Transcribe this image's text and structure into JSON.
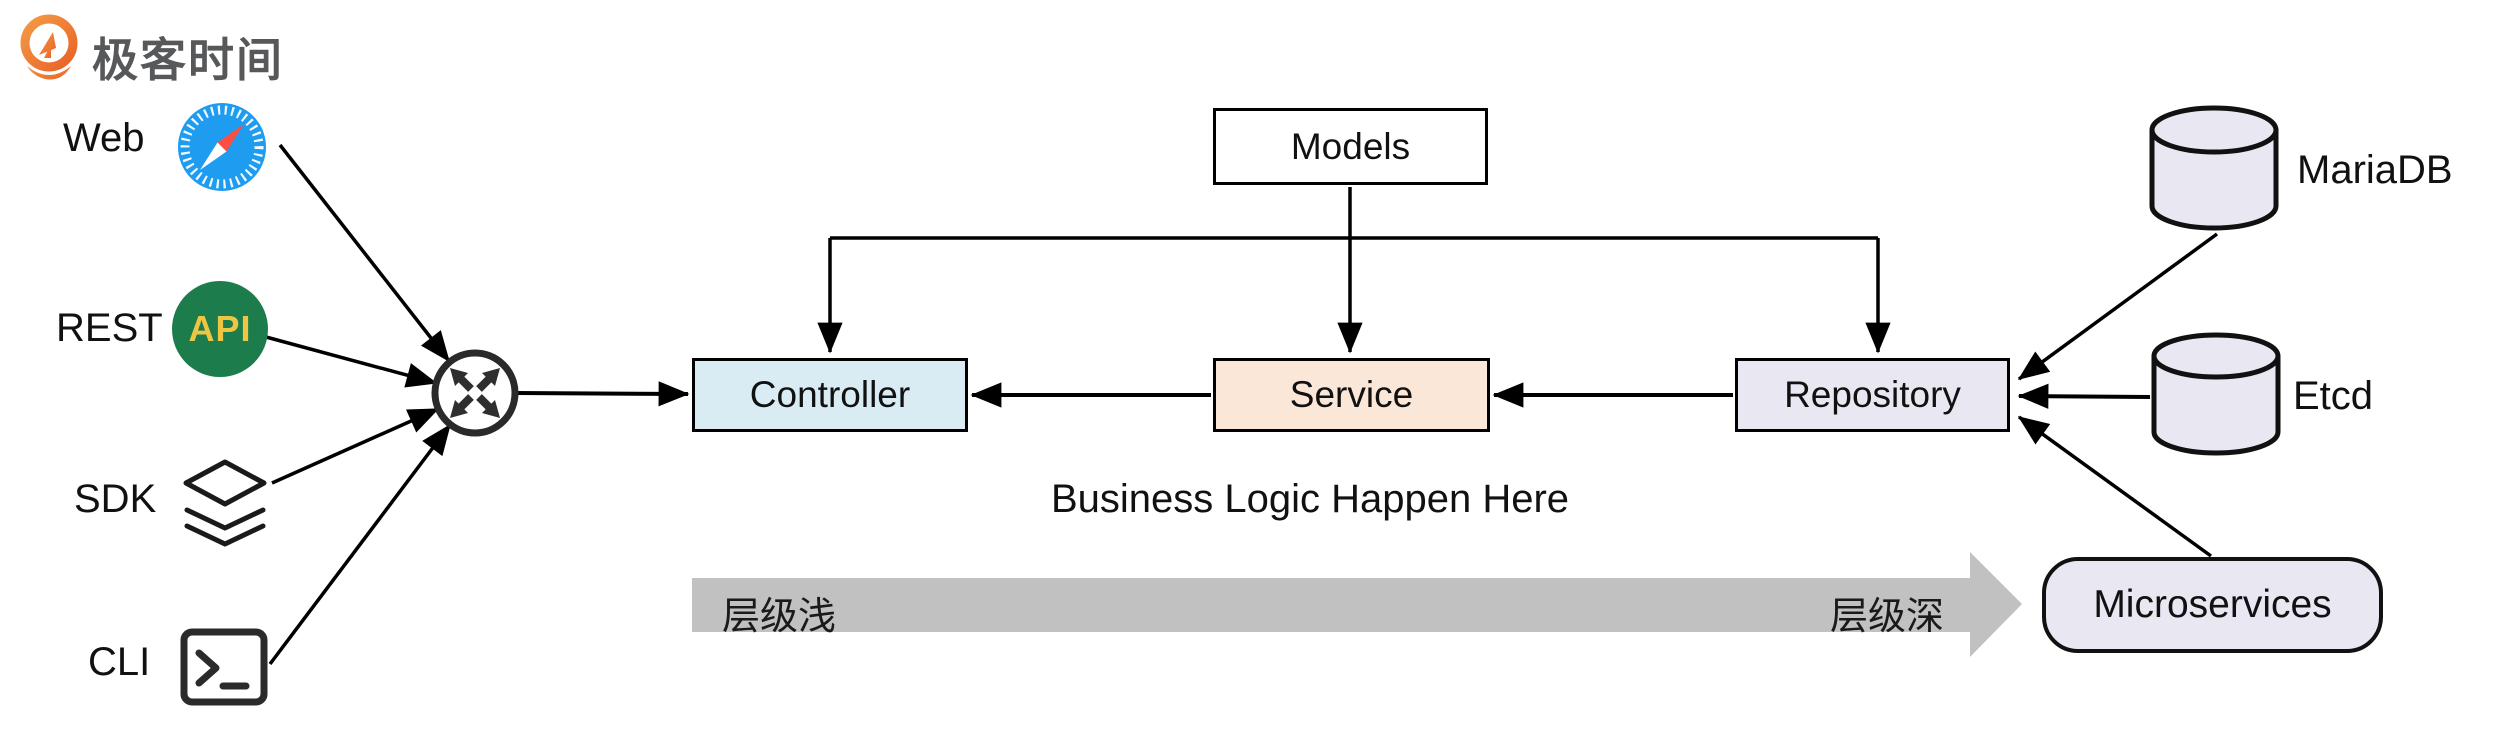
{
  "brand": {
    "name": "极客时间"
  },
  "clients": [
    {
      "label": "Web",
      "icon": "safari-compass-icon"
    },
    {
      "label": "REST",
      "icon": "api-badge-icon",
      "badge": "API"
    },
    {
      "label": "SDK",
      "icon": "layers-stack-icon"
    },
    {
      "label": "CLI",
      "icon": "terminal-icon"
    }
  ],
  "hub": {
    "icon": "router-icon"
  },
  "boxes": {
    "models": "Models",
    "controller": "Controller",
    "service": "Service",
    "repository": "Repository"
  },
  "backends": {
    "mariadb": "MariaDB",
    "etcd": "Etcd",
    "microservices": "Microservices"
  },
  "notes": {
    "business_logic": "Business Logic Happen Here",
    "depth_shallow": "层级浅",
    "depth_deep": "层级深"
  },
  "colors": {
    "controller_fill": "#d9ecf4",
    "service_fill": "#fbe7d8",
    "repository_fill": "#e9e7f1",
    "datastore_fill": "#e9e7f1",
    "depth_arrow_gray": "#c2c1c1",
    "api_green": "#1d7c4c",
    "api_gold": "#eec643",
    "safari_blue": "#1e9cf0",
    "brand_orange": "#ee7c2b",
    "line": "#000000"
  }
}
